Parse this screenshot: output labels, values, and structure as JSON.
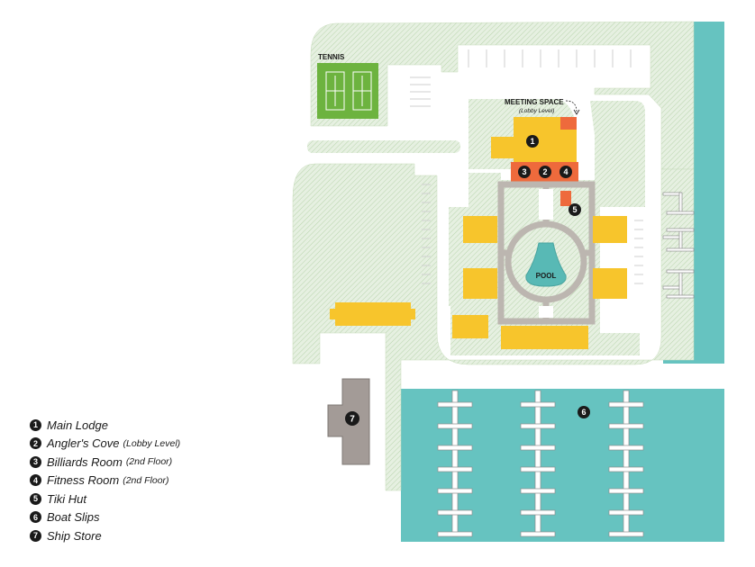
{
  "map": {
    "labels": {
      "tennis": "TENNIS",
      "meeting_space": "MEETING SPACE",
      "meeting_space_note": "(Lobby Level)",
      "pool": "POOL"
    },
    "markers": [
      "1",
      "2",
      "3",
      "4",
      "5",
      "6",
      "7"
    ]
  },
  "legend": [
    {
      "num": "1",
      "name": "Main Lodge",
      "note": ""
    },
    {
      "num": "2",
      "name": "Angler's Cove",
      "note": "(Lobby Level)"
    },
    {
      "num": "3",
      "name": "Billiards Room",
      "note": "(2nd Floor)"
    },
    {
      "num": "4",
      "name": "Fitness Room",
      "note": "(2nd Floor)"
    },
    {
      "num": "5",
      "name": "Tiki Hut",
      "note": ""
    },
    {
      "num": "6",
      "name": "Boat Slips",
      "note": ""
    },
    {
      "num": "7",
      "name": "Ship Store",
      "note": ""
    }
  ],
  "colors": {
    "water": "#66c3c0",
    "grass": "#e4efdf",
    "tennis": "#6db33f",
    "building": "#f7c52c",
    "accent_building": "#ee6a3c",
    "walkway": "#bcb6b0",
    "ship_store": "#a39b97",
    "pool": "#58b9b5"
  }
}
